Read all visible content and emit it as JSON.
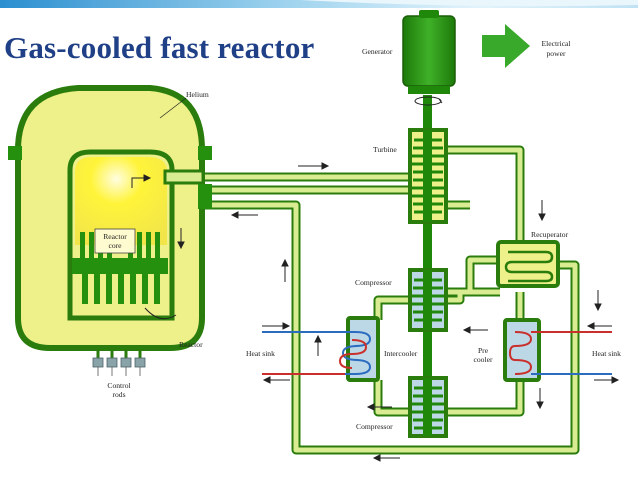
{
  "title": "Gas-cooled fast reactor",
  "labels": {
    "generator": "Generator",
    "electrical_power": [
      "Electrical",
      "power"
    ],
    "helium": "Helium",
    "turbine": "Turbine",
    "recuperator": "Recuperator",
    "reactor_core": [
      "Reactor",
      "core"
    ],
    "compressor_upper": "Compressor",
    "compressor_lower": "Compressor",
    "heat_sink_left": "Heat sink",
    "heat_sink_right": "Heat sink",
    "intercooler": "Intercooler",
    "precooler": [
      "Pre",
      "cooler"
    ],
    "reactor": "Reactor",
    "control_rods": [
      "Control",
      "rods"
    ]
  },
  "colors": {
    "title": "#1f3f86",
    "pipe_border": "#2a7d0c",
    "pipe_fill": "#d9ec92",
    "green": "#25900d",
    "vessel_fill": "#eef08a",
    "hot_core": "#fff43a",
    "compressor_fill": "#bcd7e6",
    "cold_line": "#2b6cc0",
    "hot_line": "#c9302c",
    "arrow": "#222222",
    "output_arrow": "#38a92a"
  }
}
